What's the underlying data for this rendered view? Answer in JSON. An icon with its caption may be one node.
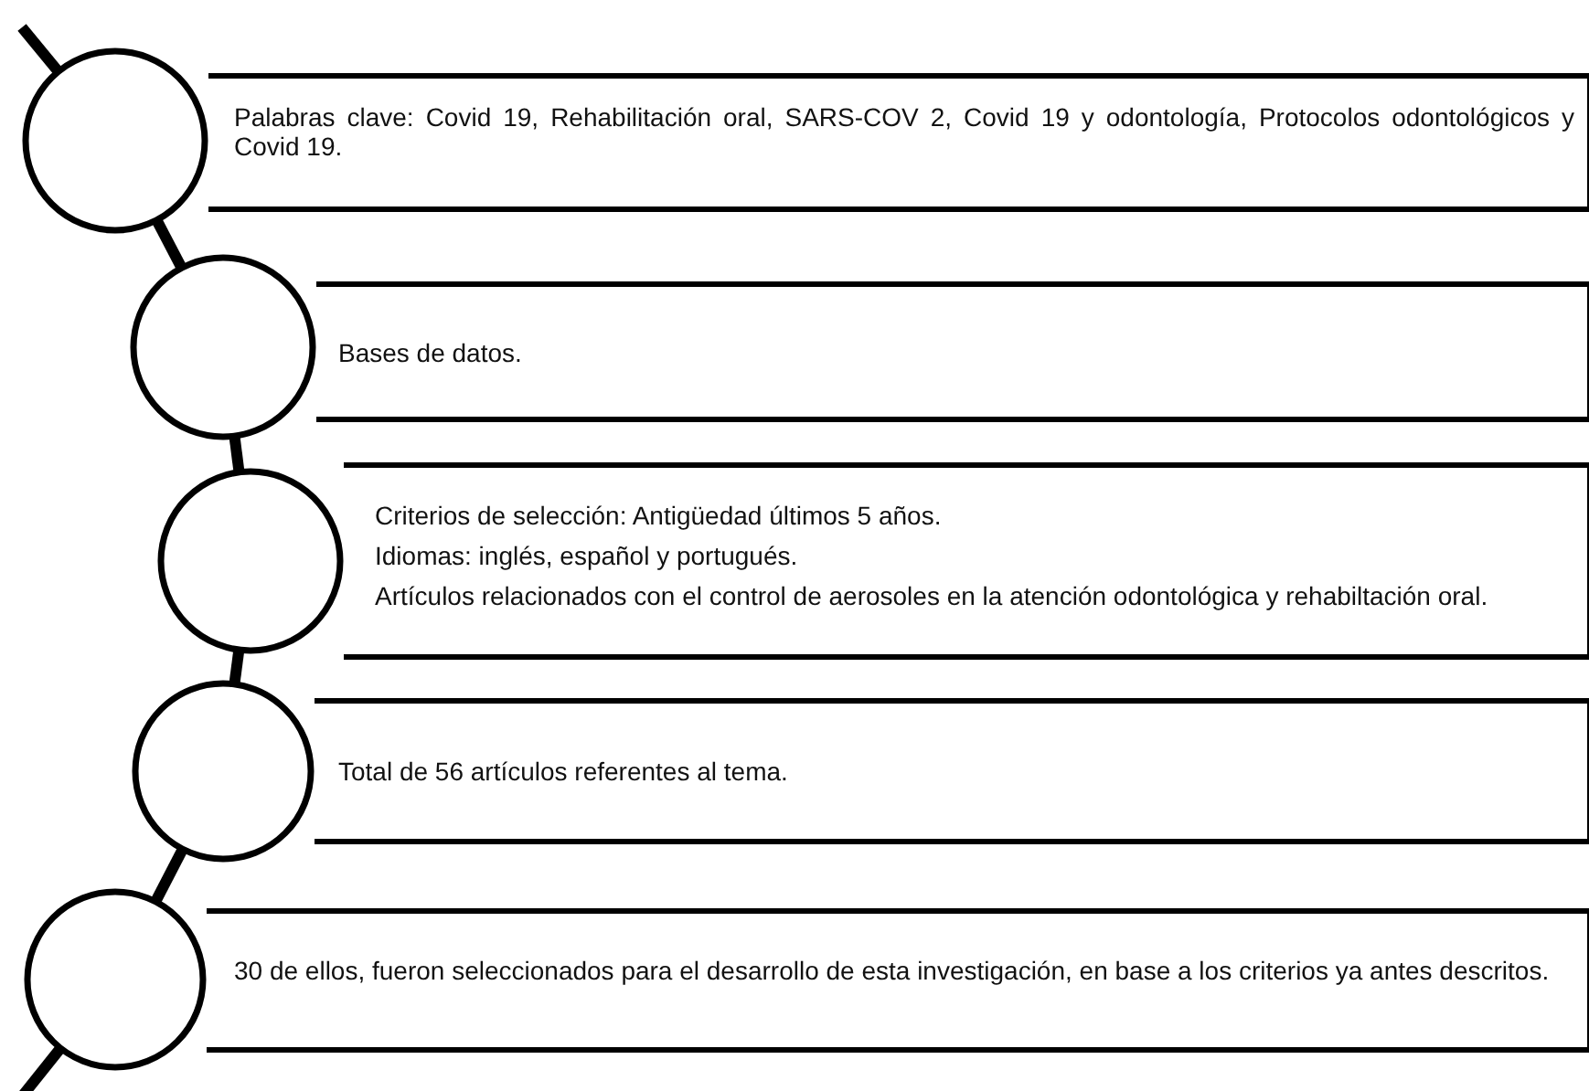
{
  "diagram": {
    "nodes": [
      {
        "text": [],
        "shape": "circle"
      },
      {
        "text": [
          "Palabras clave: Covid 19, Rehabilitación oral, SARS-COV 2, Covid 19 y odontología, Protocolos odontológicos y Covid 19."
        ]
      },
      {
        "text": [],
        "shape": "circle"
      },
      {
        "text": [
          "Bases de datos."
        ]
      },
      {
        "text": [],
        "shape": "circle"
      },
      {
        "text": [
          "Criterios de selección: Antigüedad últimos 5 años.",
          "Idiomas: inglés, español y portugués.",
          "Artículos relacionados con el control de aerosoles en la atención odontológica y rehabiltación oral."
        ]
      },
      {
        "text": [],
        "shape": "circle"
      },
      {
        "text": [
          "Total de 56 artículos referentes al tema."
        ]
      },
      {
        "text": [],
        "shape": "circle"
      },
      {
        "text": [
          "30 de ellos, fueron seleccionados para el desarrollo de esta investigación, en base a los criterios ya antes descritos."
        ]
      }
    ],
    "edges": [
      {
        "from": null,
        "to": 0,
        "arrow": "none"
      },
      {
        "from": 0,
        "to": 2,
        "arrow": "none"
      },
      {
        "from": 2,
        "to": 4,
        "arrow": "none"
      },
      {
        "from": 4,
        "to": 6,
        "arrow": "none"
      },
      {
        "from": 6,
        "to": 8,
        "arrow": "none"
      },
      {
        "from": 8,
        "to": null,
        "arrow": "none"
      }
    ]
  }
}
